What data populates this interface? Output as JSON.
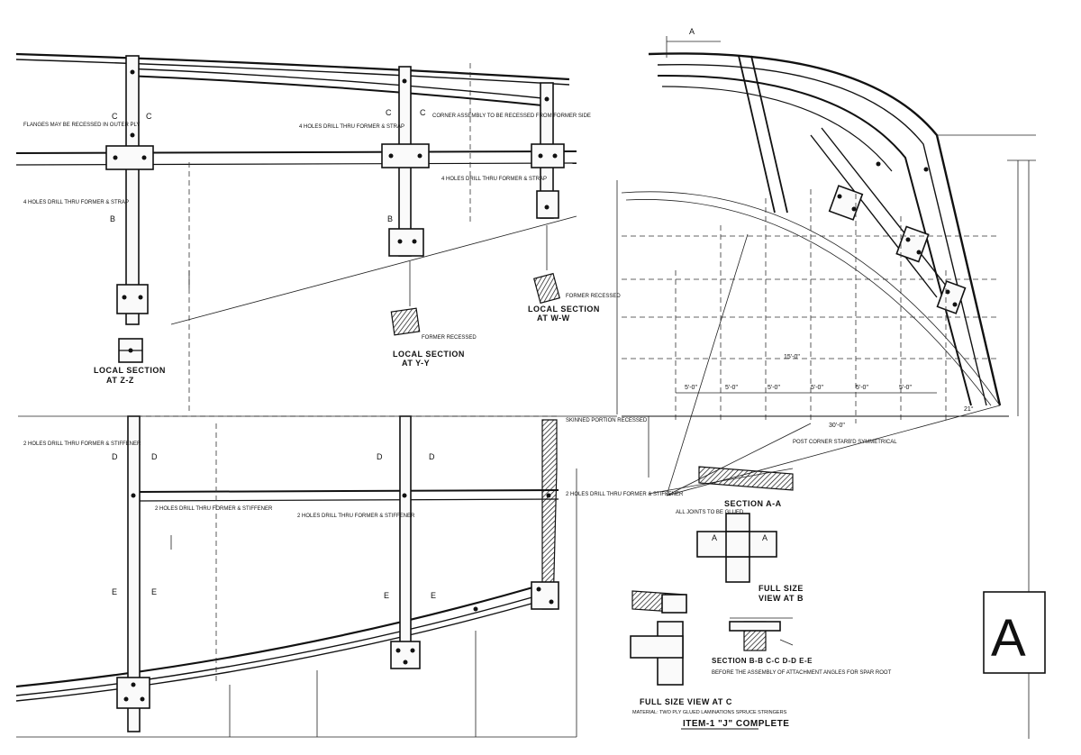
{
  "sheet": {
    "corner_letter": "A",
    "item_title": "ITEM-1 \"J\" COMPLETE",
    "item_subtitle": "MATERIAL: TWO PLY GLUED LAMINATIONS SPRUCE STRINGERS"
  },
  "views": {
    "local_section_yy": {
      "title": "LOCAL SECTION",
      "subtitle": "AT Y-Y"
    },
    "local_section_ww": {
      "title": "LOCAL SECTION",
      "subtitle": "AT W-W"
    },
    "local_section_zz": {
      "title": "LOCAL SECTION",
      "subtitle": "AT Z-Z"
    },
    "section_aa": {
      "title": "SECTION A-A"
    },
    "full_size_view_b": {
      "title": "FULL SIZE",
      "subtitle": "VIEW AT B"
    },
    "full_size_view_c": {
      "title": "FULL SIZE VIEW AT C"
    },
    "section_bcde": {
      "title": "SECTION B-B C-C D-D E-E",
      "subtitle": "BEFORE THE ASSEMBLY OF ATTACHMENT ANGLES FOR SPAR ROOT"
    }
  },
  "section_marks": {
    "c": "C",
    "b": "B",
    "d": "D",
    "e": "E",
    "a": "A"
  },
  "dims": {
    "d1": "5'-0\"",
    "d2": "5'-0\"",
    "d3": "5'-0\"",
    "d4": "5'-0\"",
    "d5": "5'-0\"",
    "d6": "5'-0\"",
    "span": "30'-0\"",
    "radius": "15'-0\"",
    "angle": "21°"
  },
  "notes": {
    "n1": "FLANGES MAY BE RECESSED IN OUTER PLY",
    "n2": "4 HOLES DRILL THRU FORMER & STRAP",
    "n3": "CORNER ASSEMBLY TO BE RECESSED FROM FORMER SIDE",
    "n4": "FORMER RECESSED",
    "n5": "POST CORNER STARB'D SYMMETRICAL",
    "n6": "ALL JOINTS TO BE GLUED",
    "n7": "2 HOLES DRILL THRU FORMER & STIFFENER",
    "n8": "SKINNED PORTION RECESSED"
  }
}
